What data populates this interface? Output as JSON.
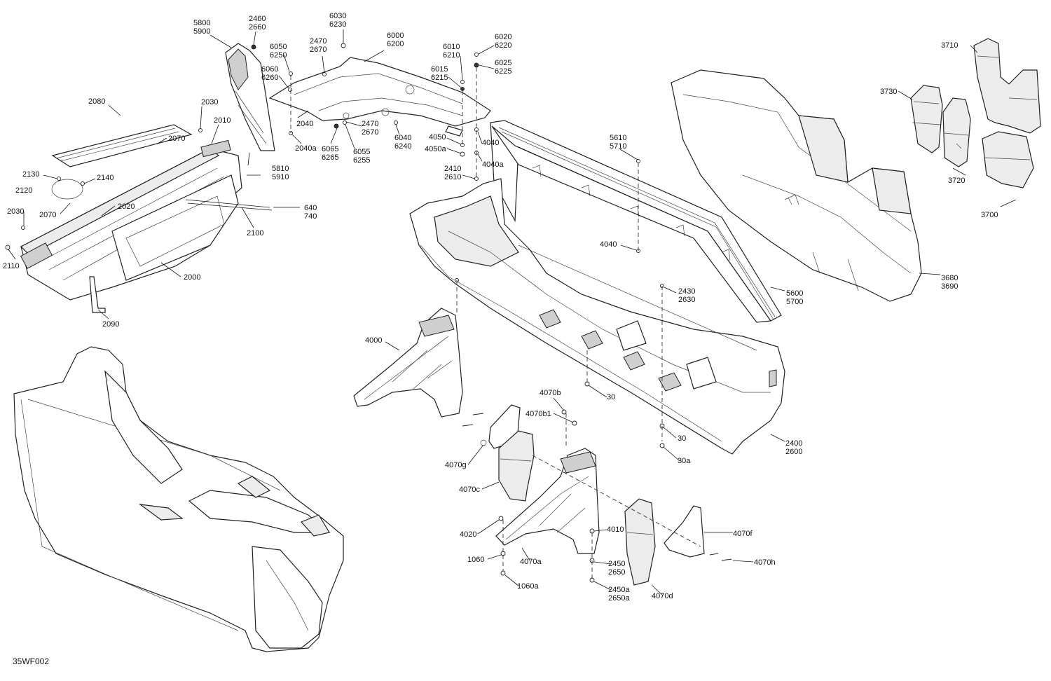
{
  "diagram_id": "35WF002",
  "callouts": [
    {
      "id": "c5800",
      "label": "5800\n5900"
    },
    {
      "id": "c2460",
      "label": "2460\n2660"
    },
    {
      "id": "c6030",
      "label": "6030\n6230"
    },
    {
      "id": "c2470a",
      "label": "2470\n2670"
    },
    {
      "id": "c6000",
      "label": "6000\n6200"
    },
    {
      "id": "c6050",
      "label": "6050\n6250"
    },
    {
      "id": "c6060",
      "label": "6060\n6260"
    },
    {
      "id": "c6010",
      "label": "6010\n6210"
    },
    {
      "id": "c6020",
      "label": "6020\n6220"
    },
    {
      "id": "c6015",
      "label": "6015\n6215"
    },
    {
      "id": "c6025",
      "label": "6025\n6225"
    },
    {
      "id": "c2080",
      "label": "2080"
    },
    {
      "id": "c2030a",
      "label": "2030"
    },
    {
      "id": "c2010",
      "label": "2010"
    },
    {
      "id": "c2070a",
      "label": "2070"
    },
    {
      "id": "c2040",
      "label": "2040"
    },
    {
      "id": "c2470b",
      "label": "2470\n2670"
    },
    {
      "id": "c2040a",
      "label": "2040a"
    },
    {
      "id": "c6065",
      "label": "6065\n6265"
    },
    {
      "id": "c6055",
      "label": "6055\n6255"
    },
    {
      "id": "c6040",
      "label": "6040\n6240"
    },
    {
      "id": "c4050",
      "label": "4050"
    },
    {
      "id": "c4050a",
      "label": "4050a"
    },
    {
      "id": "c4040a",
      "label": "4040"
    },
    {
      "id": "c4040b",
      "label": "4040a"
    },
    {
      "id": "c5610",
      "label": "5610\n5710"
    },
    {
      "id": "c2130",
      "label": "2130"
    },
    {
      "id": "c2140",
      "label": "2140"
    },
    {
      "id": "c2120",
      "label": "2120"
    },
    {
      "id": "c5810",
      "label": "5810\n5910"
    },
    {
      "id": "c2410",
      "label": "2410\n2610"
    },
    {
      "id": "c2020",
      "label": "2020"
    },
    {
      "id": "c2070b",
      "label": "2070"
    },
    {
      "id": "c2030b",
      "label": "2030"
    },
    {
      "id": "c640",
      "label": "640\n740"
    },
    {
      "id": "c2100",
      "label": "2100"
    },
    {
      "id": "c2110",
      "label": "2110"
    },
    {
      "id": "c2000",
      "label": "2000"
    },
    {
      "id": "c2090",
      "label": "2090"
    },
    {
      "id": "c4040c",
      "label": "4040"
    },
    {
      "id": "c2430",
      "label": "2430\n2630"
    },
    {
      "id": "c5600",
      "label": "5600\n5700"
    },
    {
      "id": "c3710",
      "label": "3710"
    },
    {
      "id": "c3730",
      "label": "3730"
    },
    {
      "id": "c3720",
      "label": "3720"
    },
    {
      "id": "c3700",
      "label": "3700"
    },
    {
      "id": "c3680",
      "label": "3680\n3690"
    },
    {
      "id": "c4000",
      "label": "4000"
    },
    {
      "id": "c4070b",
      "label": "4070b"
    },
    {
      "id": "c4070b1",
      "label": "4070b1"
    },
    {
      "id": "c30a",
      "label": "30"
    },
    {
      "id": "c30b",
      "label": "30"
    },
    {
      "id": "c30c",
      "label": "30a"
    },
    {
      "id": "c2400",
      "label": "2400\n2600"
    },
    {
      "id": "c4070g",
      "label": "4070g"
    },
    {
      "id": "c4070c",
      "label": "4070c"
    },
    {
      "id": "c4020",
      "label": "4020"
    },
    {
      "id": "c4010",
      "label": "4010"
    },
    {
      "id": "c4070f",
      "label": "4070f"
    },
    {
      "id": "c1060",
      "label": "1060"
    },
    {
      "id": "c4070a",
      "label": "4070a"
    },
    {
      "id": "c2450",
      "label": "2450\n2650"
    },
    {
      "id": "c4070h",
      "label": "4070h"
    },
    {
      "id": "c1060a",
      "label": "1060a"
    },
    {
      "id": "c2450a",
      "label": "2450a\n2650a"
    },
    {
      "id": "c4070d",
      "label": "4070d"
    }
  ]
}
